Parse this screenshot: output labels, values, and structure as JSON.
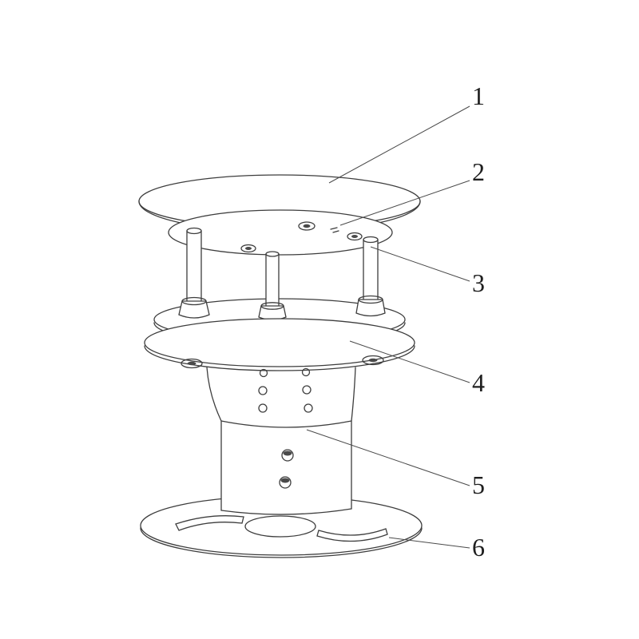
{
  "figure": {
    "type": "technical-line-drawing",
    "subject": "ultrasonic-wind-sensor-assembly",
    "background_color": "#ffffff",
    "line_color": "#3d3d3d",
    "label_color": "#1f1f1f"
  },
  "callouts": [
    {
      "label": "1"
    },
    {
      "label": "2"
    },
    {
      "label": "3"
    },
    {
      "label": "4"
    },
    {
      "label": "5"
    },
    {
      "label": "6"
    }
  ]
}
